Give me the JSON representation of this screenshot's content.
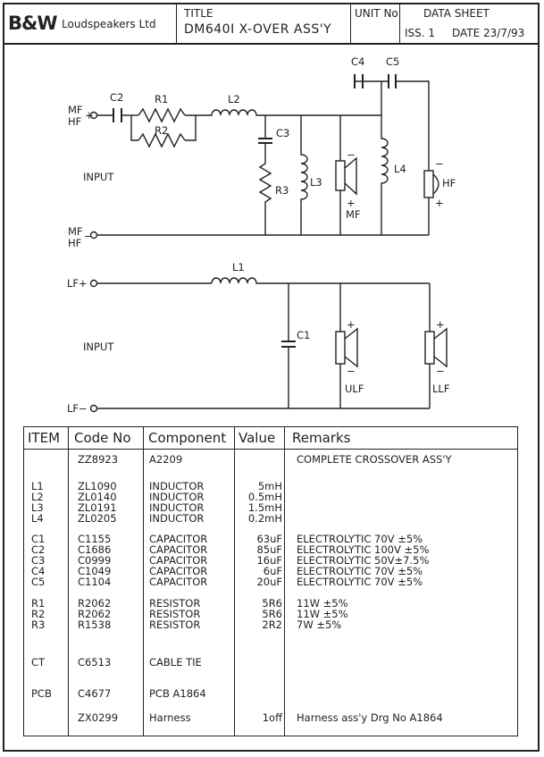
{
  "header": {
    "brand_logo": "B&W",
    "brand_name": "Loudspeakers Ltd",
    "title_label": "TITLE",
    "title_value": "DM640I X-OVER ASS'Y",
    "unit_label": "UNIT No",
    "sheet_label": "DATA SHEET",
    "issue": "ISS. 1",
    "date": "DATE 23/7/93"
  },
  "schematic": {
    "hf_circuit": {
      "input_pos_label": [
        "MF",
        "HF"
      ],
      "input_pos_sign": "+",
      "input_neg_label": [
        "MF",
        "HF"
      ],
      "input_neg_sign": "−",
      "input_label": "INPUT",
      "components": [
        "C2",
        "R1",
        "R2",
        "L2",
        "C3",
        "R3",
        "L3",
        "C4",
        "C5",
        "L4"
      ],
      "driver_mf": "MF",
      "driver_hf": "HF",
      "plus": "+",
      "minus": "−"
    },
    "lf_circuit": {
      "input_pos": "LF+",
      "input_neg": "LF−",
      "input_label": "INPUT",
      "components": [
        "L1",
        "C1"
      ],
      "driver_ulf": "ULF",
      "driver_llf": "LLF",
      "plus": "+",
      "minus": "−"
    }
  },
  "table": {
    "headers": [
      "ITEM",
      "Code No",
      "Component",
      "Value",
      "Remarks"
    ],
    "rows": [
      {
        "item": "",
        "code": "ZZ8923",
        "component": "A2209",
        "value": "",
        "remarks": "COMPLETE CROSSOVER ASS'Y"
      },
      {
        "item": "L1",
        "code": "ZL1090",
        "component": "INDUCTOR",
        "value": "5mH",
        "remarks": ""
      },
      {
        "item": "L2",
        "code": "ZL0140",
        "component": "INDUCTOR",
        "value": "0.5mH",
        "remarks": ""
      },
      {
        "item": "L3",
        "code": "ZL0191",
        "component": "INDUCTOR",
        "value": "1.5mH",
        "remarks": ""
      },
      {
        "item": "L4",
        "code": "ZL0205",
        "component": "INDUCTOR",
        "value": "0.2mH",
        "remarks": ""
      },
      {
        "item": "C1",
        "code": "C1155",
        "component": "CAPACITOR",
        "value": "63uF",
        "remarks": "ELECTROLYTIC   70V ±5%"
      },
      {
        "item": "C2",
        "code": "C1686",
        "component": "CAPACITOR",
        "value": "85uF",
        "remarks": "ELECTROLYTIC 100V ±5%"
      },
      {
        "item": "C3",
        "code": "C0999",
        "component": "CAPACITOR",
        "value": "16uF",
        "remarks": "ELECTROLYTIC   50V±7.5%"
      },
      {
        "item": "C4",
        "code": "C1049",
        "component": "CAPACITOR",
        "value": "6uF",
        "remarks": "ELECTROLYTIC   70V ±5%"
      },
      {
        "item": "C5",
        "code": "C1104",
        "component": "CAPACITOR",
        "value": "20uF",
        "remarks": "ELECTROLYTIC   70V ±5%"
      },
      {
        "item": "R1",
        "code": "R2062",
        "component": "RESISTOR",
        "value": "5R6",
        "remarks": "11W ±5%"
      },
      {
        "item": "R2",
        "code": "R2062",
        "component": "RESISTOR",
        "value": "5R6",
        "remarks": "11W ±5%"
      },
      {
        "item": "R3",
        "code": "R1538",
        "component": "RESISTOR",
        "value": "2R2",
        "remarks": "7W ±5%"
      },
      {
        "item": "CT",
        "code": "C6513",
        "component": "CABLE TIE",
        "value": "",
        "remarks": ""
      },
      {
        "item": "PCB",
        "code": "C4677",
        "component": "PCB A1864",
        "value": "",
        "remarks": ""
      },
      {
        "item": "",
        "code": "ZX0299",
        "component": "Harness",
        "value": "1off",
        "remarks": "Harness ass'y Drg No A1864"
      }
    ]
  }
}
